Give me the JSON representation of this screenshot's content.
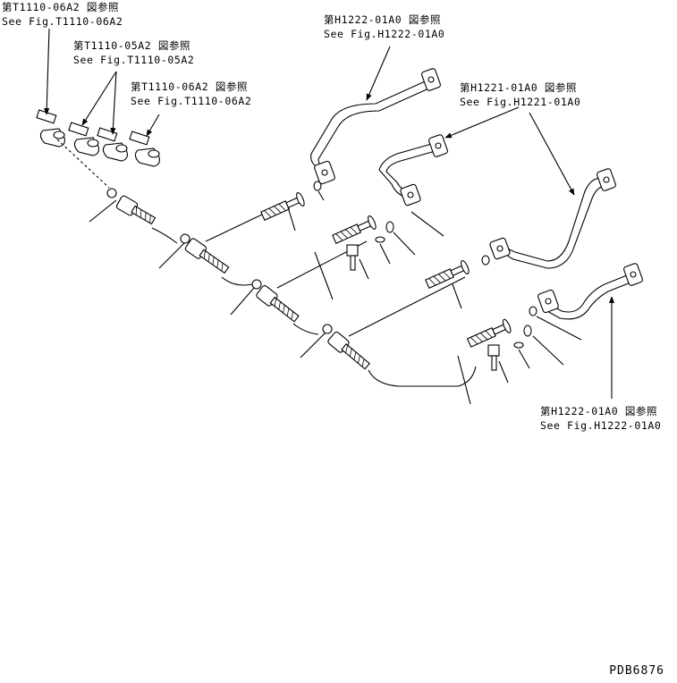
{
  "references": [
    {
      "id": "t1110-06a2-top",
      "jp": "第T1110-06A2 図参照",
      "en": "See Fig.T1110-06A2"
    },
    {
      "id": "t1110-05a2",
      "jp": "第T1110-05A2 図参照",
      "en": "See Fig.T1110-05A2"
    },
    {
      "id": "t1110-06a2-mid",
      "jp": "第T1110-06A2 図参照",
      "en": "See Fig.T1110-06A2"
    },
    {
      "id": "h1222-01a0-top",
      "jp": "第H1222-01A0 図参照",
      "en": "See Fig.H1222-01A0"
    },
    {
      "id": "h1221-01a0",
      "jp": "第H1221-01A0 図参照",
      "en": "See Fig.H1221-01A0"
    },
    {
      "id": "h1222-01a0-bottom",
      "jp": "第H1222-01A0 図参照",
      "en": "See Fig.H1222-01A0"
    }
  ],
  "drawing_number": "PDB6876"
}
